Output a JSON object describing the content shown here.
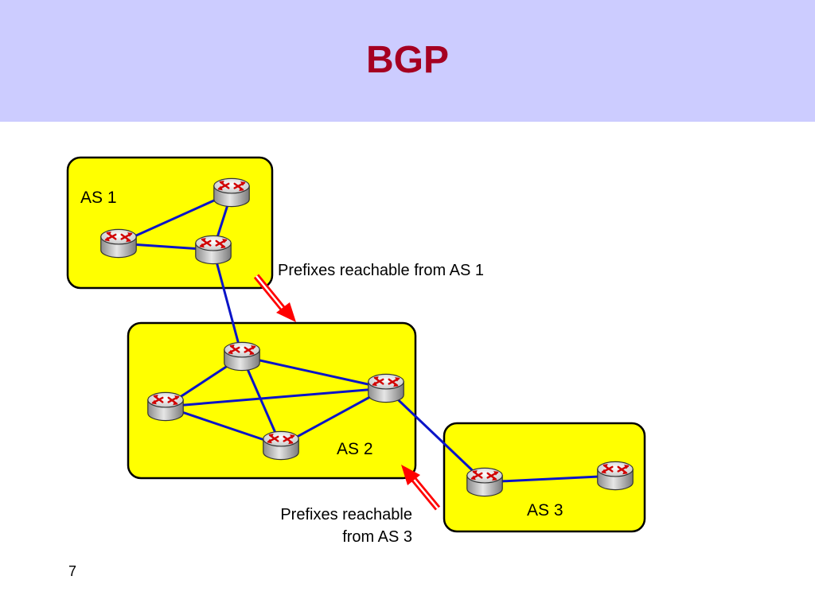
{
  "slide": {
    "title": "BGP",
    "page_number": "7",
    "colors": {
      "title_background": "#ccccff",
      "title_text": "#a50021",
      "as_fill": "#ffff00",
      "link": "#0000cc",
      "arrow": "#ff0000",
      "router_body": "#bfbfbf",
      "router_arrows": "#cc0000"
    }
  },
  "diagram": {
    "nodes": [
      {
        "id": "as1",
        "label": "AS 1"
      },
      {
        "id": "as2",
        "label": "AS 2"
      },
      {
        "id": "as3",
        "label": "AS 3"
      }
    ],
    "annotations": {
      "as1_to_as2": "Prefixes reachable from AS 1",
      "as3_to_as2_line1": "Prefixes reachable",
      "as3_to_as2_line2": "from AS 3"
    },
    "icon": "router-icon"
  }
}
